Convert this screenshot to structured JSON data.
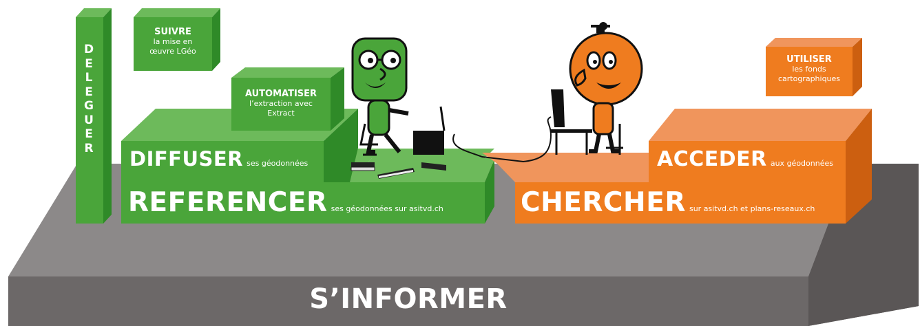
{
  "colors": {
    "grey_top": "#8c8989",
    "grey_front": "#6c6868",
    "grey_side": "#5a5656",
    "green_top": "#6dba5b",
    "green_front": "#4aa53a",
    "green_side": "#2f8a28",
    "orange_top": "#f0955c",
    "orange_front": "#ef7c1f",
    "orange_side": "#cc5f10"
  },
  "labels": {
    "informer": "S’INFORMER",
    "deleguer": "DELEGUER",
    "suivre_title": "SUIVRE",
    "suivre_line1": "la mise en",
    "suivre_line2": "œuvre LGéo",
    "automatiser_title": "AUTOMATISER",
    "automatiser_line1": "l’extraction avec",
    "automatiser_line2": "Extract",
    "diffuser_title": "DIFFUSER",
    "diffuser_sub": "ses géodonnées",
    "referencer_title": "REFERENCER",
    "referencer_sub": "ses géodonnées sur asitvd.ch",
    "utiliser_title": "UTILISER",
    "utiliser_line1": "les fonds",
    "utiliser_line2": "cartographiques",
    "acceder_title": "ACCEDER",
    "acceder_sub": "aux géodonnées",
    "chercher_title": "CHERCHER",
    "chercher_sub": "sur asitvd.ch et plans-reseaux.ch"
  },
  "icons": [
    "green-character",
    "orange-character",
    "computer-icon",
    "book-icon"
  ]
}
